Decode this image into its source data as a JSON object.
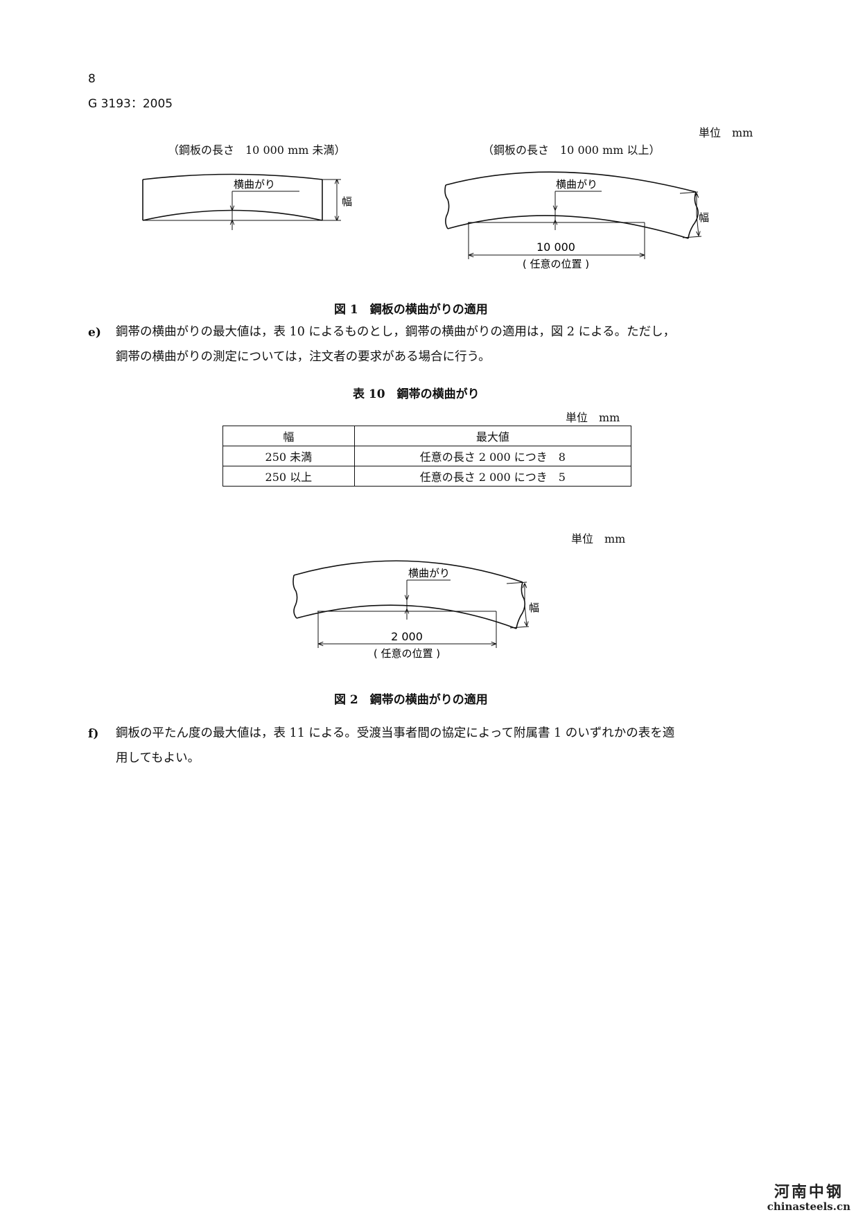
{
  "header": {
    "page_number": "8",
    "doc_id": "G 3193：2005"
  },
  "figure1": {
    "unit": "単位　mm",
    "left_caption": "（鋼板の長さ　10 000 mm 未満）",
    "right_caption": "（鋼板の長さ　10 000 mm 以上）",
    "label_camber": "横曲がり",
    "label_width": "幅",
    "dimension": "10 000",
    "dimension_note": "( 任意の位置 )",
    "title": "図 1　鋼板の横曲がりの適用"
  },
  "para_e": {
    "marker": "e)",
    "line1": "鋼帯の横曲がりの最大値は，表 10 によるものとし，鋼帯の横曲がりの適用は，図 2 による。ただし，",
    "line2": "鋼帯の横曲がりの測定については，注文者の要求がある場合に行う。"
  },
  "table10": {
    "title": "表 10　鋼帯の横曲がり",
    "unit": "単位　mm",
    "headers": [
      "幅",
      "最大値"
    ],
    "rows": [
      [
        "250 未満",
        "任意の長さ 2 000 につき　8"
      ],
      [
        "250 以上",
        "任意の長さ 2 000 につき　5"
      ]
    ]
  },
  "figure2": {
    "unit": "単位　mm",
    "label_camber": "横曲がり",
    "label_width": "幅",
    "dimension": "2 000",
    "dimension_note": "( 任意の位置 )",
    "title": "図 2　鋼帯の横曲がりの適用"
  },
  "para_f": {
    "marker": "f)",
    "line1": "鋼板の平たん度の最大値は，表 11 による。受渡当事者間の協定によって附属書 1 のいずれかの表を適",
    "line2": "用してもよい。"
  },
  "watermark": {
    "cn": "河南中钢",
    "en": "chinasteels.cn"
  }
}
